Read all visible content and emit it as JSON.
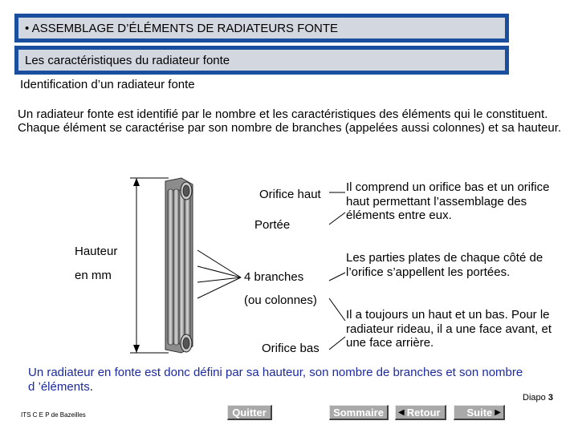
{
  "header": {
    "title": "• ASSEMBLAGE D’ÉLÉMENTS DE RADIATEURS FONTE",
    "subtitle": "Les caractéristiques du radiateur fonte"
  },
  "section_title": "Identification d’un radiateur fonte",
  "intro": {
    "p1": "Un radiateur fonte est identifié par le nombre et les caractéristiques des éléments qui le constituent.",
    "p2": "Chaque élément se caractérise par son nombre de branches (appelées aussi colonnes) et sa hauteur."
  },
  "diagram": {
    "label_orifice_haut": "Orifice haut",
    "label_portee": "Portée",
    "label_hauteur": "Hauteur",
    "label_en_mm": "en mm",
    "label_branches": "4 branches",
    "label_colonnes": "(ou colonnes)",
    "label_orifice_bas": "Orifice bas"
  },
  "right_notes": {
    "orifices": "Il comprend un orifice bas et un orifice haut permettant l’assemblage des éléments entre eux.",
    "portees": "Les parties plates de chaque côté de l’orifice s’appellent les portées.",
    "haut_bas": "Il a toujours un haut et un bas. Pour le radiateur rideau, il a une face avant, et une face arrière."
  },
  "conclusion": {
    "text": "Un radiateur en fonte est donc défini par sa hauteur, son nombre de branches et son nombre d ’éléments",
    "end": "."
  },
  "footer": {
    "school": "ITS C E P de Bazeilles",
    "slide_label": "Diapo",
    "slide_number": "3"
  },
  "nav": {
    "quit": "Quitter",
    "summary": "Sommaire",
    "back": "Retour",
    "next": "Suite",
    "back_arrow": "◀",
    "next_arrow": "▶"
  }
}
